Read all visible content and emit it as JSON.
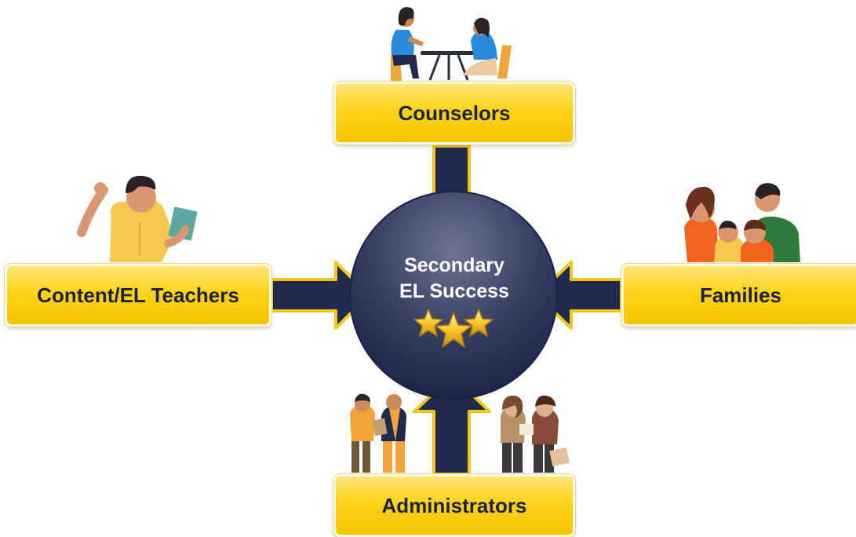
{
  "diagram": {
    "center": {
      "line1": "Secondary",
      "line2": "EL Success"
    },
    "nodes": {
      "counselors": "Counselors",
      "teachers": "Content/EL Teachers",
      "families": "Families",
      "administrators": "Administrators"
    }
  },
  "colors": {
    "navy": "#1f2a4d",
    "gold": "#ffd31a",
    "arrow_outline": "#f8c51a",
    "circle_top": "#6f7591",
    "circle_bottom": "#1a2347"
  }
}
